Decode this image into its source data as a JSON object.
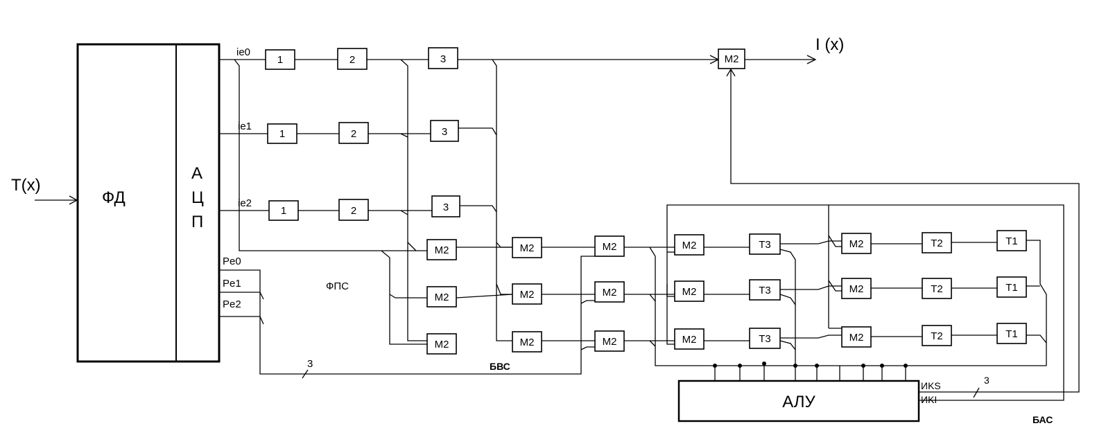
{
  "input": {
    "label": "T(x)"
  },
  "output": {
    "label": "I (x)"
  },
  "fd": {
    "label": "ФД"
  },
  "adc": {
    "label_1": "А",
    "label_2": "Ц",
    "label_3": "П"
  },
  "signals": {
    "ie0": "ie0",
    "ie1": "ie1",
    "ie2": "ie2",
    "pe0": "Pe0",
    "pe1": "Pe1",
    "pe2": "Pe2",
    "iks": "ИKS",
    "iki": "ИKI"
  },
  "bus": {
    "width_label_1": "3",
    "width_label_2": "3"
  },
  "blocks": {
    "b1": "1",
    "b2": "2",
    "b3": "3",
    "m2": "M2",
    "t1": "T1",
    "t2": "T2",
    "t3": "T3",
    "alu": "АЛУ"
  },
  "groups": {
    "fps": "ФПС",
    "bvs": "БВС",
    "bas": "БАС"
  }
}
